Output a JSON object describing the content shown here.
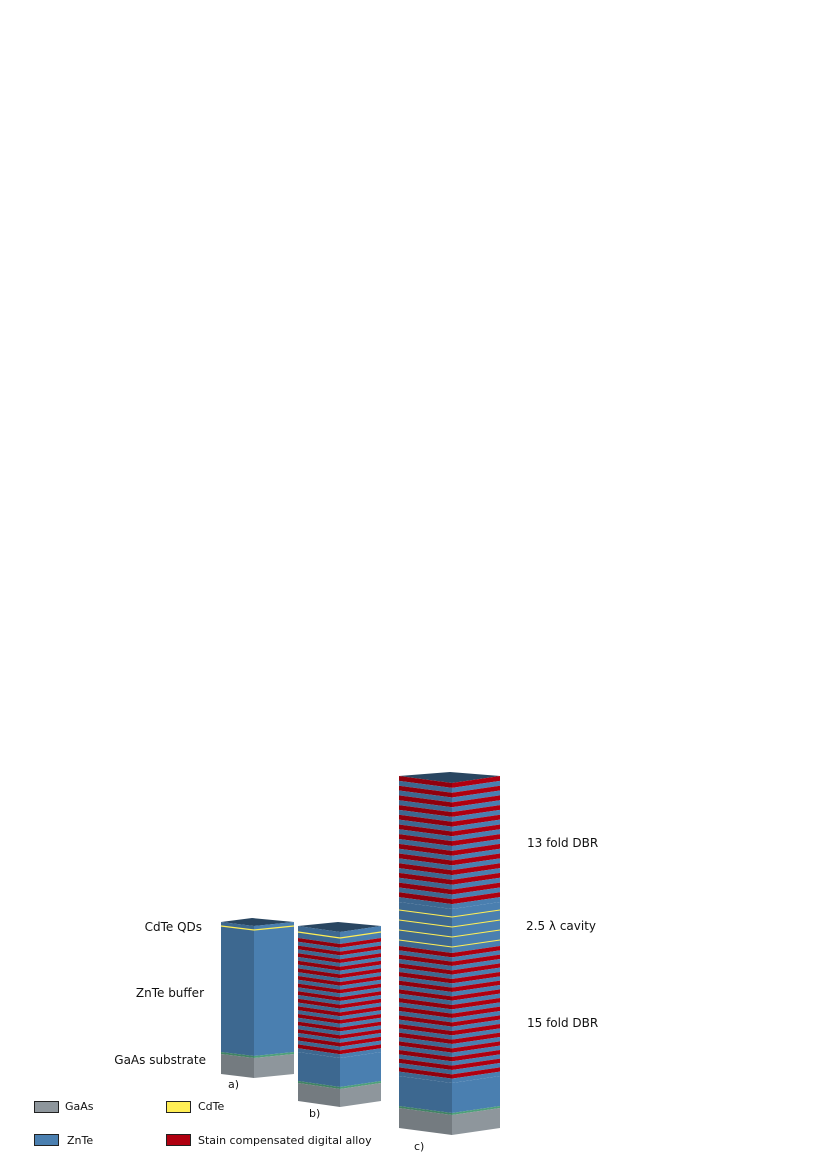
{
  "labels": {
    "qds": "CdTe QDs",
    "buffer": "ZnTe buffer",
    "substrate": "GaAs substrate",
    "top_dbr": "13 fold DBR",
    "cavity": "2.5 λ cavity",
    "bottom_dbr": "15 fold DBR"
  },
  "captions": {
    "a": "a)",
    "b": "b)",
    "c": "c)"
  },
  "legend": [
    {
      "name": "GaAs",
      "color": "#8e969c"
    },
    {
      "name": "CdTe",
      "color": "#ffee55"
    },
    {
      "name": "ZnTe",
      "color": "#4a7fb0"
    },
    {
      "name": "Stain compensated digital alloy",
      "color": "#b00010"
    }
  ],
  "colors": {
    "gaas": "#8e969c",
    "znte": "#4a7fb0",
    "alloy": "#b00010",
    "cdte": "#ffee55"
  }
}
